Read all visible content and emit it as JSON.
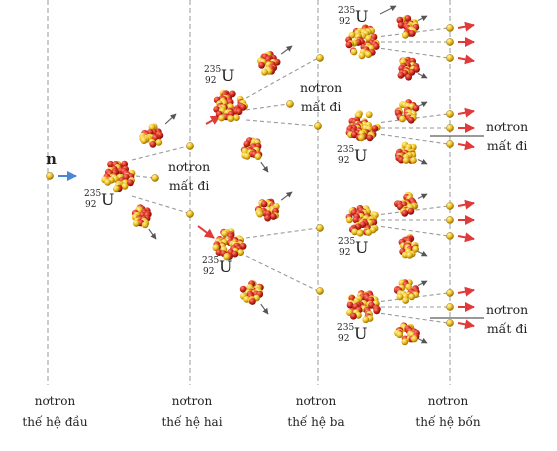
{
  "n_label": "n",
  "lost_neutron": {
    "line1": "nơtron",
    "line2": "mất đi"
  },
  "uranium": {
    "mass": "235",
    "charge": "92",
    "symbol": "U"
  },
  "generations": [
    {
      "line1": "nơtron",
      "line2": "thế hệ đầu"
    },
    {
      "line1": "nơtron",
      "line2": "thế hệ hai"
    },
    {
      "line1": "nơtron",
      "line2": "thế hệ ba"
    },
    {
      "line1": "nơtron",
      "line2": "thế hệ bốn"
    }
  ],
  "colors": {
    "proton": "#d42a1c",
    "neutron": "#f0c020",
    "arrow_incoming": "#4a86d4",
    "arrow_lost": "#e03a3a",
    "arrow_fragment": "#666666",
    "dashed_line": "#9a9a9a"
  }
}
